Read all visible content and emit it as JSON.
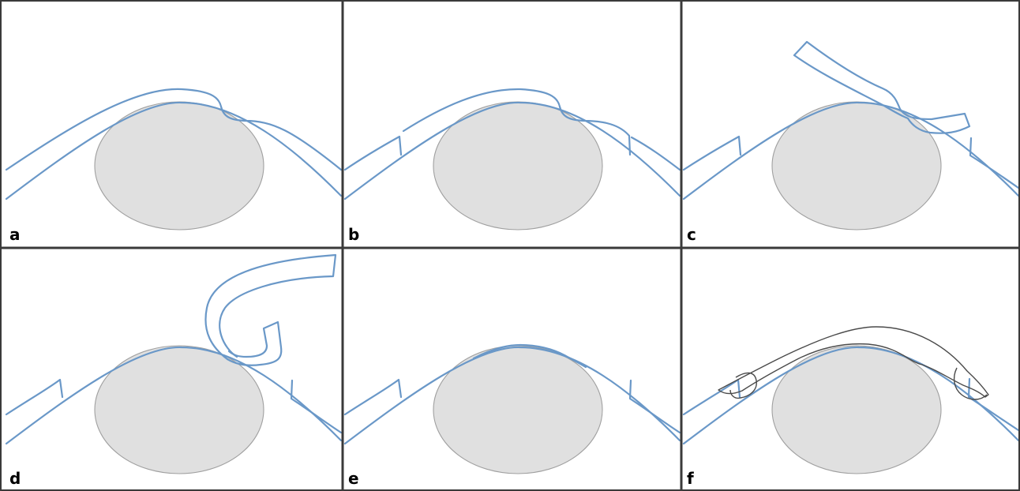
{
  "figure": {
    "panel_labels": [
      "a",
      "b",
      "c",
      "d",
      "e",
      "f"
    ]
  },
  "colors": {
    "membrane": "#6a98c8",
    "nodule_fill": "#e0e0e0",
    "nodule_stroke": "#a0a0a0",
    "grid_lines": "#3a3a3a",
    "outline": "#4a4a4a"
  }
}
